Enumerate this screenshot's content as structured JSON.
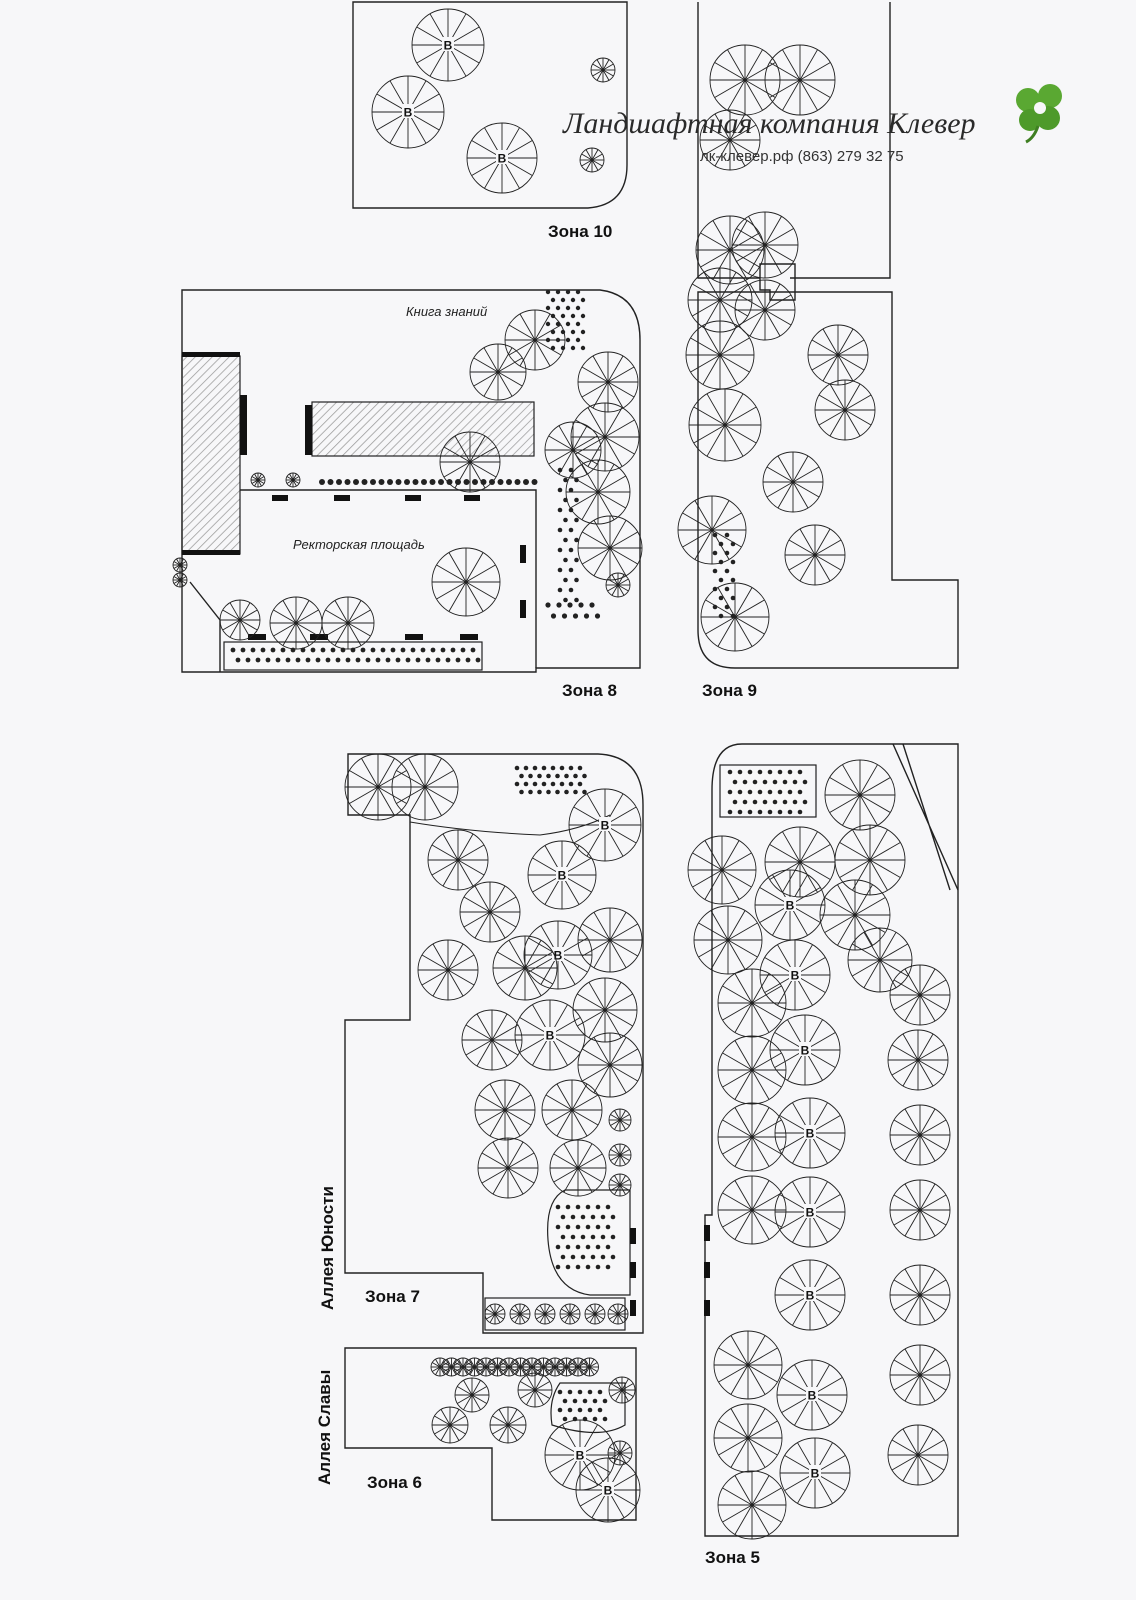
{
  "brand": {
    "name": "Ландшафтная компания Клевер",
    "contact": "лк-клевер.рф (863) 279 32 75",
    "logo_color": "#5aa832"
  },
  "zones": {
    "z10": "Зона 10",
    "z9": "Зона 9",
    "z8": "Зона 8",
    "z7": "Зона 7",
    "z6": "Зона 6",
    "z5": "Зона 5"
  },
  "places": {
    "kniga": "Книга знаний",
    "ploshchad": "Ректорская площадь"
  },
  "alleys": {
    "yunosti": "Аллея Юности",
    "slavy": "Аллея Славы"
  },
  "tree_mark": "В",
  "colors": {
    "line": "#222222",
    "paper": "#f7f7f9",
    "hatch": "#9a9a9a"
  }
}
